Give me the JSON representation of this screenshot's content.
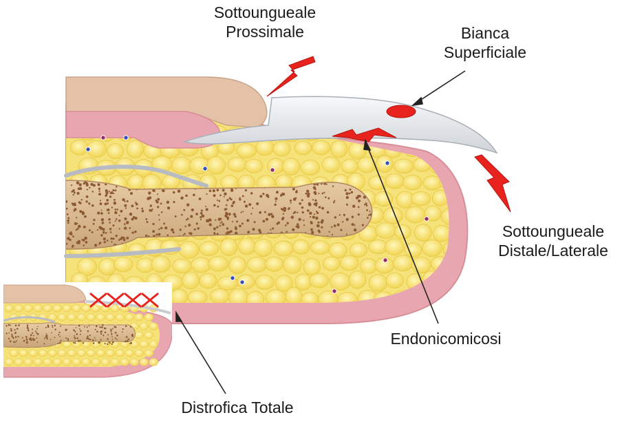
{
  "labels": {
    "sottoungueale_prossimale": {
      "line1": "Sottoungueale",
      "line2": "Prossimale"
    },
    "bianca_superficiale": {
      "line1": "Bianca",
      "line2": "Superficiale"
    },
    "sottoungueale_distale_laterale": {
      "line1": "Sottoungueale",
      "line2": "Distale/Laterale"
    },
    "endonicomicosi": "Endonicomicosi",
    "distrofica_totale": "Distrofica Totale"
  },
  "colors": {
    "fat": "#f5e37a",
    "fat_globule": "#fbe98a",
    "dermis": "#e8a7b0",
    "skin_outline": "#d88d97",
    "bone": "#d9b98f",
    "bone_dots": "#8c5a33",
    "nail_plate": "#e9ecef",
    "proximal_fold": "#e3c2a8",
    "lightning": "#e8231d",
    "cross": "#e8231d",
    "lesion": "#e8231d",
    "pointer": "#222222"
  }
}
